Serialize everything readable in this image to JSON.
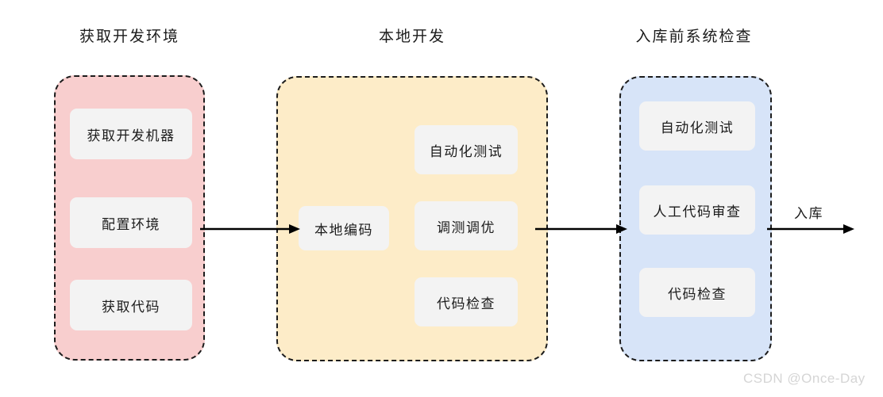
{
  "diagram": {
    "type": "flowchart",
    "background": "#ffffff",
    "arrow_color": "#000000",
    "card_color": "#f3f3f3",
    "border_color": "#1c1c1c",
    "stages": [
      {
        "id": "get-dev-environment",
        "title": "获取开发环境",
        "fill": "#f8cece",
        "cards": [
          {
            "id": "get-dev-machine",
            "label": "获取开发机器"
          },
          {
            "id": "configure-environment",
            "label": "配置环境"
          },
          {
            "id": "get-code",
            "label": "获取代码"
          }
        ]
      },
      {
        "id": "local-development",
        "title": "本地开发",
        "fill": "#fdecc8",
        "cards": [
          {
            "id": "local-coding",
            "label": "本地编码"
          },
          {
            "id": "automated-testing",
            "label": "自动化测试"
          },
          {
            "id": "debug-tuning",
            "label": "调测调优"
          },
          {
            "id": "code-check",
            "label": "代码检查"
          }
        ]
      },
      {
        "id": "pre-commit-system-check",
        "title": "入库前系统检查",
        "fill": "#d7e4f8",
        "cards": [
          {
            "id": "automated-testing",
            "label": "自动化测试"
          },
          {
            "id": "manual-code-review",
            "label": "人工代码审查"
          },
          {
            "id": "code-check",
            "label": "代码检查"
          }
        ]
      }
    ],
    "connectors": [
      {
        "id": "stage1-to-stage2",
        "label": ""
      },
      {
        "id": "stage2-to-stage3",
        "label": ""
      },
      {
        "id": "stage3-to-commit",
        "label": "入库"
      }
    ]
  },
  "watermark": {
    "text": "CSDN @Once-Day"
  }
}
